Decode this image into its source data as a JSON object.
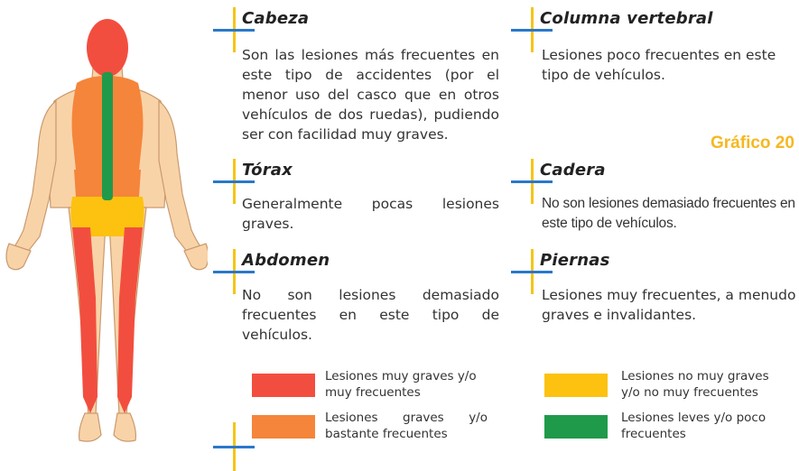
{
  "sections": {
    "cabeza": {
      "title": "Cabeza",
      "body": "Son las lesiones más frecuentes en este tipo de accidentes (por el menor uso del casco que en otros vehículos de dos ruedas), pudiendo ser con facilidad muy graves."
    },
    "columna": {
      "title": "Columna vertebral",
      "body": "Lesiones poco frecuentes en este tipo de vehículos."
    },
    "torax": {
      "title": "Tórax",
      "body": "Generalmente pocas lesiones graves."
    },
    "cadera": {
      "title": "Cadera",
      "body": "No son lesiones demasiado frecuentes en este tipo de vehículos."
    },
    "abdomen": {
      "title": "Abdomen",
      "body": "No son lesiones demasiado frecuentes en este tipo de vehículos."
    },
    "piernas": {
      "title": "Piernas",
      "body": "Lesiones muy frecuentes, a menudo graves e invalidantes."
    }
  },
  "chart_label": "Gráfico 20",
  "legend": [
    {
      "label": "Lesiones muy graves y/o muy frecuentes",
      "color": "#f24e3f"
    },
    {
      "label": "Lesiones graves y/o bastante frecuentes",
      "color": "#f5853a"
    },
    {
      "label": "Lesiones no muy graves y/o no muy frecuentes",
      "color": "#fcc20f"
    },
    {
      "label": "Lesiones leves y/o poco frecuentes",
      "color": "#1f9a4a"
    }
  ],
  "colors": {
    "skin": "#f9d3a8",
    "skin_outline": "#c99a6e",
    "accent_yellow": "#f5c518",
    "accent_blue": "#2a78c9"
  }
}
